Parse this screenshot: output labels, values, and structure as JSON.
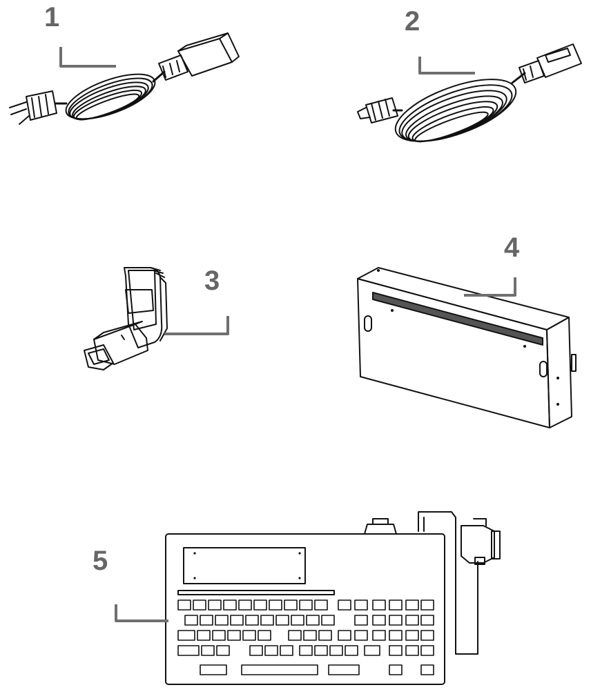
{
  "callouts": [
    {
      "id": "1",
      "label": "1"
    },
    {
      "id": "2",
      "label": "2"
    },
    {
      "id": "3",
      "label": "3"
    },
    {
      "id": "4",
      "label": "4"
    },
    {
      "id": "5",
      "label": "5"
    }
  ],
  "items": [
    {
      "callout": "1",
      "icon": "power-cord-icon"
    },
    {
      "callout": "2",
      "icon": "usb-cable-icon"
    },
    {
      "callout": "3",
      "icon": "serial-adapter-bracket-icon"
    },
    {
      "callout": "4",
      "icon": "printer-cover-panel-icon"
    },
    {
      "callout": "5",
      "icon": "keyboard-terminal-icon"
    }
  ]
}
